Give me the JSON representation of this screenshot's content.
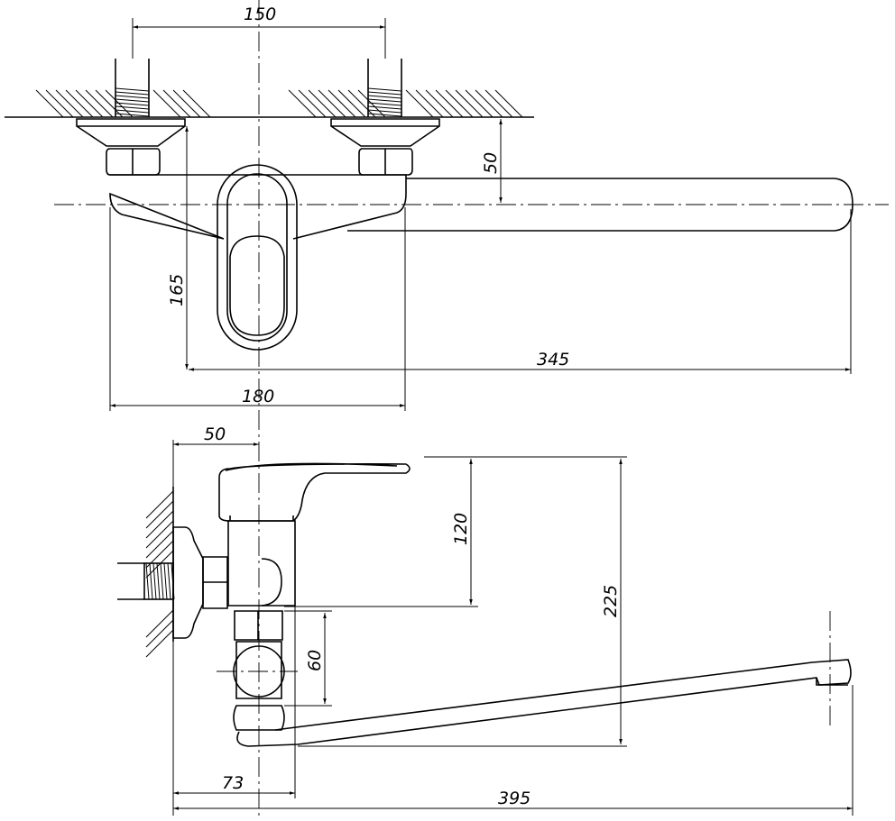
{
  "dimensions": {
    "top_view": {
      "connection_spacing": "150",
      "spout_offset": "50",
      "depth_to_handle": "165",
      "spout_reach": "345",
      "body_width": "180"
    },
    "side_view": {
      "wall_to_axis": "50",
      "handle_height": "120",
      "total_height": "225",
      "lower_offset": "60",
      "body_depth": "73",
      "total_reach": "395"
    }
  },
  "colors": {
    "line": "#000000",
    "background": "#ffffff"
  }
}
